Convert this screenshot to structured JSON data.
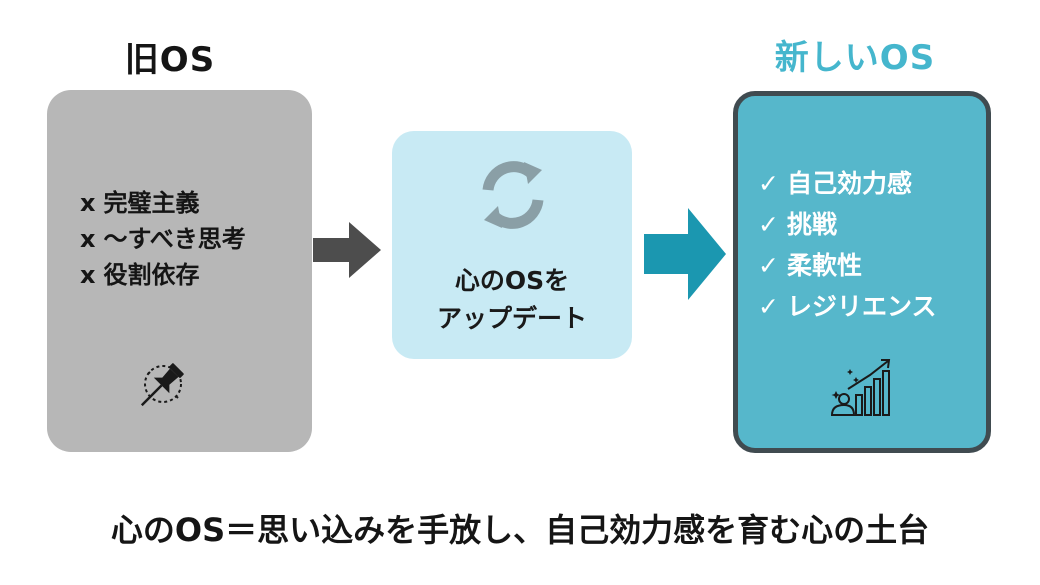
{
  "old_os": {
    "title": "旧OS",
    "items": [
      {
        "mark": "x",
        "text": "完璧主義"
      },
      {
        "mark": "x",
        "text": "～すべき思考"
      },
      {
        "mark": "x",
        "text": "役割依存"
      }
    ],
    "icon": "pushpin-icon"
  },
  "update": {
    "line1": "心のOSを",
    "line2": "アップデート",
    "icon": "refresh-icon"
  },
  "new_os": {
    "title": "新しいOS",
    "items": [
      {
        "mark": "✓",
        "text": "自己効力感"
      },
      {
        "mark": "✓",
        "text": "挑戦"
      },
      {
        "mark": "✓",
        "text": "柔軟性"
      },
      {
        "mark": "✓",
        "text": "レジリエンス"
      }
    ],
    "icon": "growth-chart-icon"
  },
  "caption": "心のOS＝思い込みを手放し、自己効力感を育む心の土台",
  "colors": {
    "old_panel": "#b7b7b7",
    "center_panel": "#c8eaf4",
    "new_panel": "#56b7cb",
    "new_title": "#45b6cd",
    "arrow_gray": "#4d4d4d",
    "arrow_teal": "#1b97b0"
  }
}
